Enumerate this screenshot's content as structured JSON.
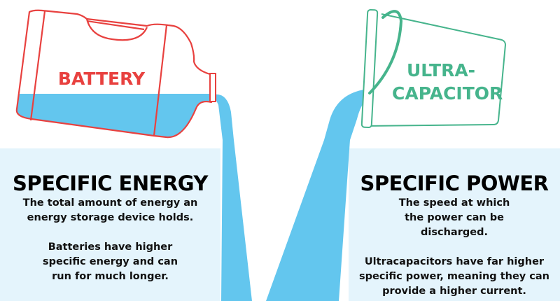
{
  "battery": {
    "label": "BATTERY",
    "title": "SPECIFIC ENERGY",
    "desc": "The total amount of energy an energy storage device holds.",
    "detail": "Batteries have higher specific energy and can run for much longer."
  },
  "ultracapacitor": {
    "label_line1": "ULTRA-",
    "label_line2": "CAPACITOR",
    "title": "SPECIFIC POWER",
    "desc": "The speed at which the power can be discharged.",
    "detail": "Ultracapacitors have far higher specific power, meaning they can provide a higher current."
  },
  "colors": {
    "battery": "#e8413f",
    "ultracapacitor": "#46b48c",
    "liquid": "#63c6ee",
    "panel": "#e4f4fc"
  }
}
